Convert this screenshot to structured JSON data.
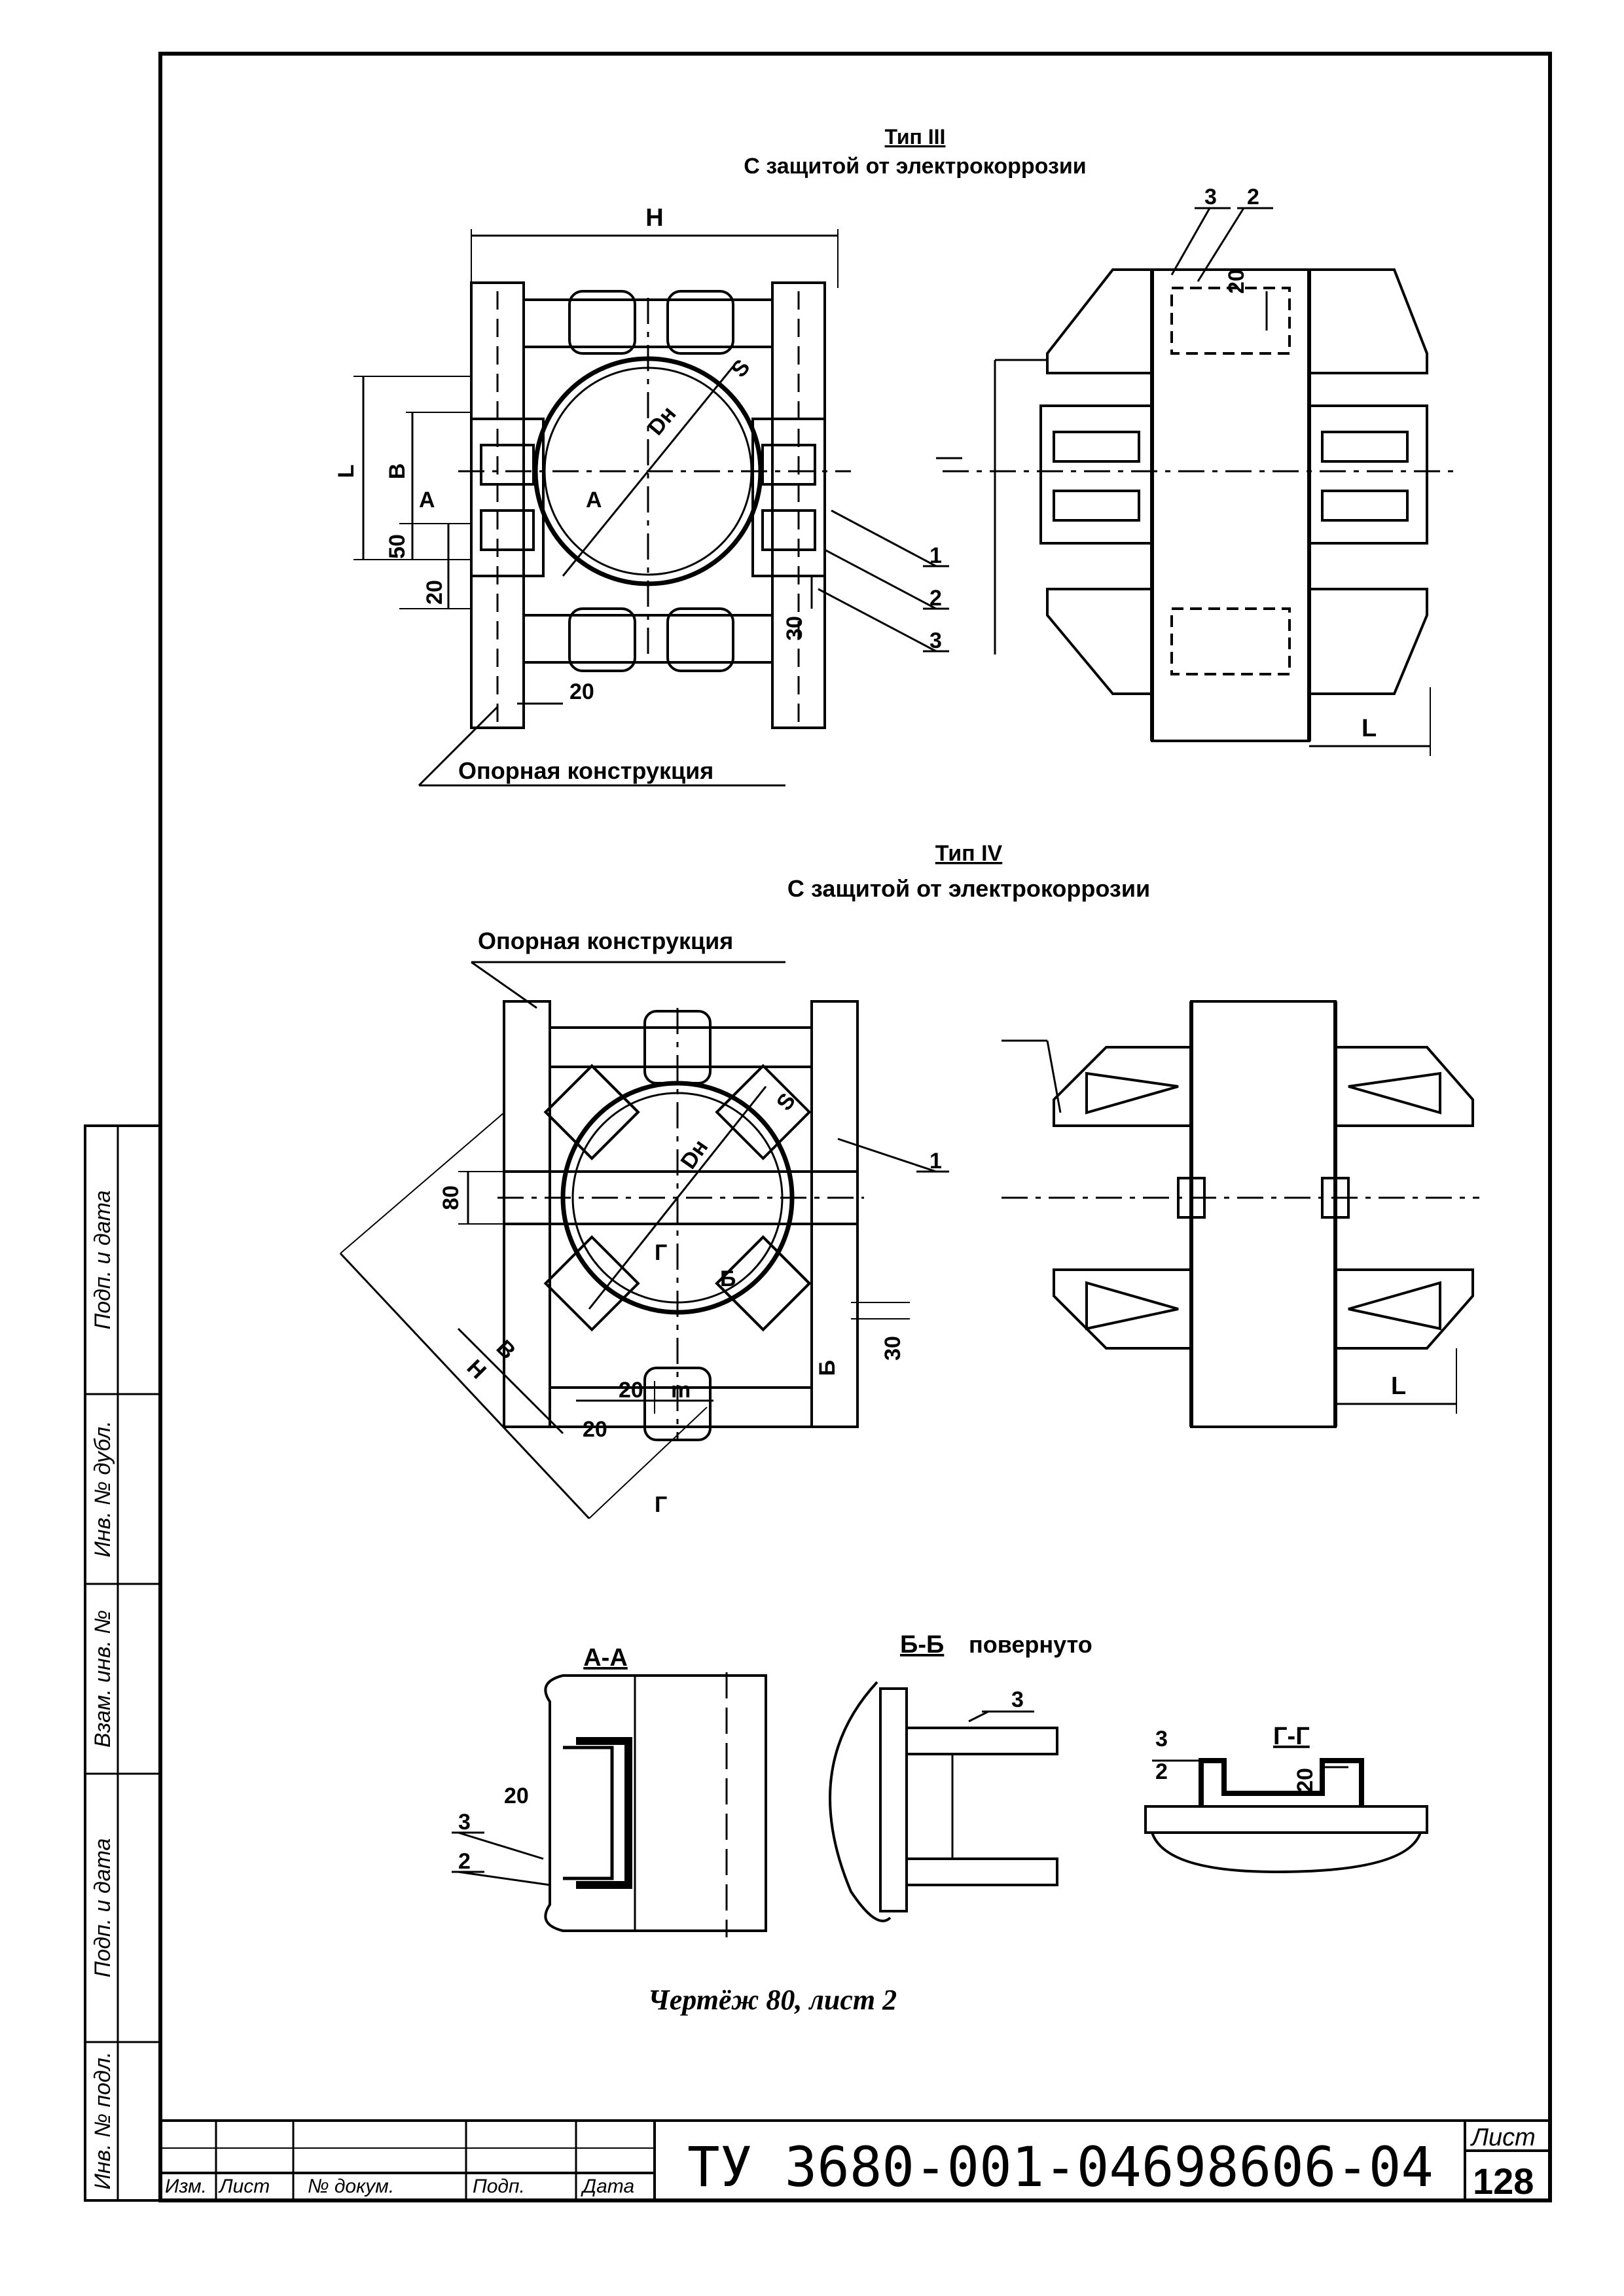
{
  "type3": {
    "title": "Тип III",
    "subtitle": "С защитой от электрокоррозии",
    "support_label": "Опорная конструкция",
    "dims": {
      "H": "H",
      "L": "L",
      "B": "B",
      "Dn": "Dн",
      "S": "S",
      "d50": "50",
      "d20a": "20",
      "d20b": "20",
      "d20c": "20",
      "d30": "30",
      "L2": "L"
    },
    "marks": {
      "A1": "A",
      "A2": "A",
      "n1": "1",
      "n2": "2",
      "n3": "3",
      "t3": "3",
      "t2": "2"
    }
  },
  "type4": {
    "title": "Тип IV",
    "subtitle": "С защитой от электрокоррозии",
    "support_label": "Опорная конструкция",
    "dims": {
      "d80": "80",
      "Dn": "Dн",
      "S": "S",
      "H": "H",
      "B": "B",
      "d20a": "20",
      "d20b": "20",
      "m": "m",
      "d30": "30",
      "L": "L"
    },
    "marks": {
      "G1": "Г",
      "G2": "Г",
      "B1": "Б",
      "B2": "Б",
      "n1": "1"
    }
  },
  "sections": {
    "aa": {
      "title": "А-А",
      "d20": "20",
      "n3": "3",
      "n2": "2"
    },
    "bb": {
      "title": "Б-Б",
      "note": "повернуто",
      "n3": "3"
    },
    "gg": {
      "title": "Г-Г",
      "n3": "3",
      "n2": "2",
      "d20": "20"
    }
  },
  "caption": "Чертёж 80, лист 2",
  "side_stamp": [
    "Инв. № подл.",
    "Подп. и дата",
    "Взам. инв. №",
    "Инв. № дубл.",
    "Подп. и дата"
  ],
  "title_block": {
    "izm": "Изм.",
    "list": "Лист",
    "doc": "№ докум.",
    "podp": "Подп.",
    "data": "Дата",
    "code": "ТУ 3680-001-04698606-04",
    "sheet_label": "Лист",
    "sheet_no": "128"
  }
}
